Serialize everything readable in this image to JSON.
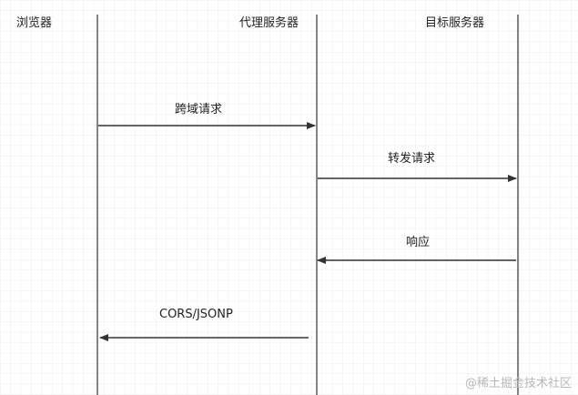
{
  "diagram": {
    "participants": [
      {
        "id": "browser",
        "label": "浏览器"
      },
      {
        "id": "proxy",
        "label": "代理服务器"
      },
      {
        "id": "target",
        "label": "目标服务器"
      }
    ],
    "messages": [
      {
        "from": "browser",
        "to": "proxy",
        "label": "跨域请求"
      },
      {
        "from": "proxy",
        "to": "target",
        "label": "转发请求"
      },
      {
        "from": "target",
        "to": "proxy",
        "label": "响应"
      },
      {
        "from": "proxy",
        "to": "browser",
        "label": "CORS/JSONP"
      }
    ],
    "colors": {
      "grid": "#e6e6e6",
      "line": "#333333",
      "text": "#222222",
      "watermark": "#b7b7b7"
    }
  },
  "watermark": "@稀土掘金技术社区"
}
